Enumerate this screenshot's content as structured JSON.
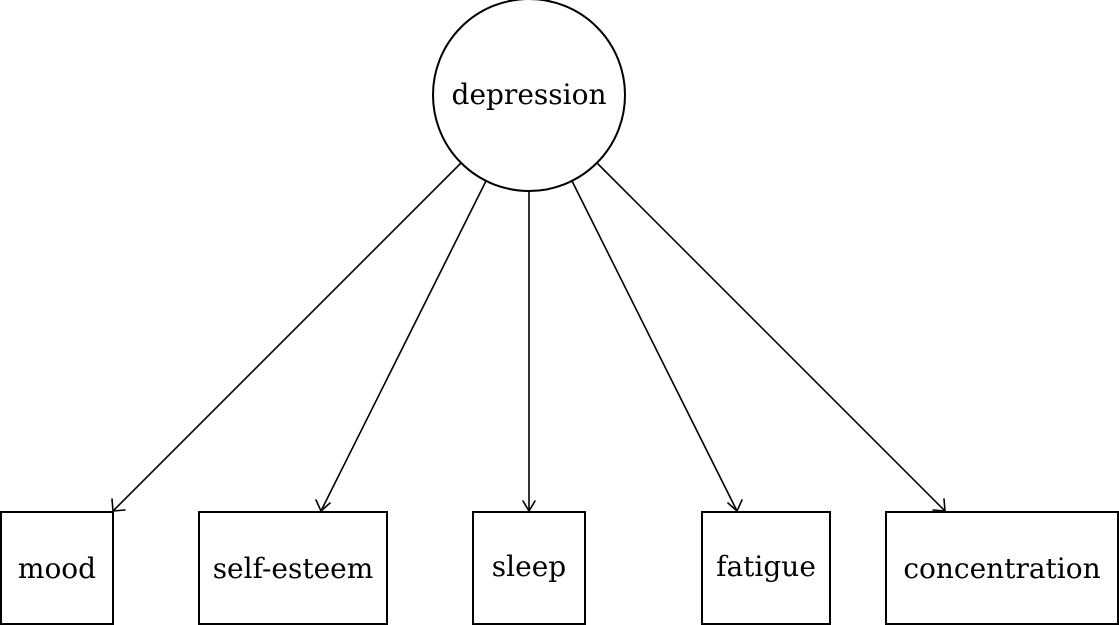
{
  "latent": {
    "label": "depression"
  },
  "indicators": [
    {
      "id": "mood",
      "label": "mood"
    },
    {
      "id": "self-esteem",
      "label": "self-esteem"
    },
    {
      "id": "sleep",
      "label": "sleep"
    },
    {
      "id": "fatigue",
      "label": "fatigue"
    },
    {
      "id": "concentration",
      "label": "concentration"
    }
  ],
  "edges": [
    {
      "from": "depression",
      "to": "mood"
    },
    {
      "from": "depression",
      "to": "self-esteem"
    },
    {
      "from": "depression",
      "to": "sleep"
    },
    {
      "from": "depression",
      "to": "fatigue"
    },
    {
      "from": "depression",
      "to": "concentration"
    }
  ]
}
